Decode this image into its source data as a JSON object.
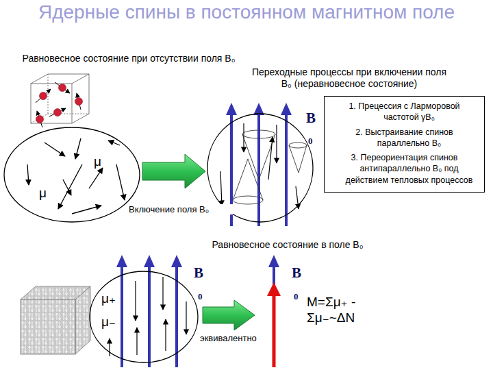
{
  "diagram": {
    "title": "Ядерные спины в постоянном магнитном поле",
    "nodes": [
      {
        "text": [
          "Равновесное состояние при отсутствии поля B₀",
          "μ",
          "μ"
        ]
      },
      {
        "text": [
          "Переходные процессы при включении поля B₀ (неравновесное состояние)"
        ]
      },
      {
        "text": [
          "1. Прецессия с Ларморовой частотой γB₀",
          "2. Выстраивание спинов параллельно B₀",
          "3. Переориентация спинов антипараллельно B₀ под действием тепловых процессов"
        ]
      },
      {
        "text": [
          "μ₊",
          "μ₋"
        ]
      }
    ],
    "edges": [
      {
        "from": 0,
        "to": 1,
        "arrow": "to",
        "label": "Включение поля B₀"
      }
    ],
    "labels": [
      "B",
      "0",
      "Равновесное состояние в поле B₀",
      "B",
      "0",
      "B",
      "0",
      "эквивалентно",
      "M=Σμ₊ - Σμ₋~ΔN"
    ]
  }
}
